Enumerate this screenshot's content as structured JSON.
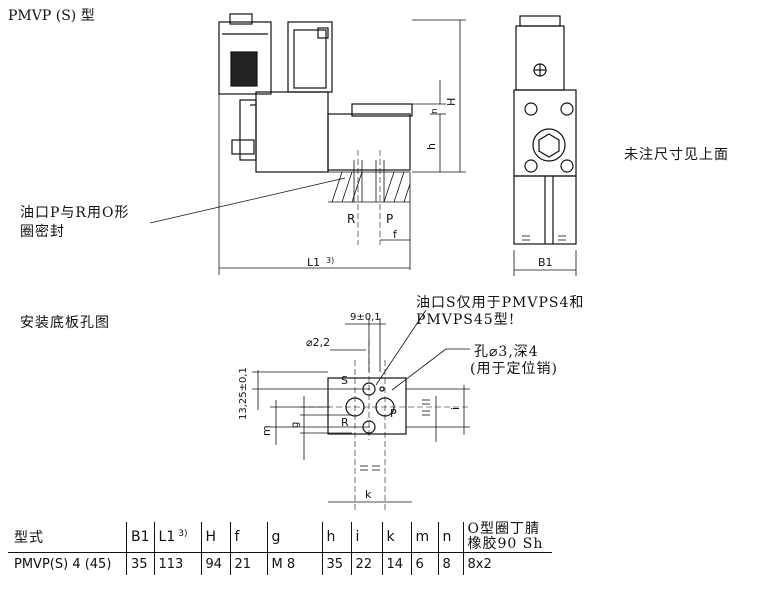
{
  "title": "PMVP (S) 型",
  "labels": {
    "port_note_line1": "油口P与R用O形",
    "port_note_line2": "圈密封",
    "dims_note": "未注尺寸见上面",
    "subplate_title": "安装底板孔图",
    "s_note_line1": "油口S仅用于PMVPS4和",
    "s_note_line2": "PMVPS45型!",
    "pin_note_line1": "孔⌀3,深4",
    "pin_note_line2": "(用于定位销)",
    "port_r": "R",
    "port_p": "P",
    "port_s": "S",
    "dim_l1": "L1",
    "dim_l1_sup": "3)",
    "dim_h": "H",
    "dim_h_small": "h",
    "dim_n": "n",
    "dim_f": "f",
    "dim_b1": "B1",
    "dim_9": "9±0,1",
    "dim_d22": "⌀2,2",
    "dim_1325": "13,25±0,1",
    "dim_g": "g",
    "dim_m": "m",
    "dim_i": "i",
    "dim_k": "k"
  },
  "table": {
    "headers": [
      "型式",
      "B1",
      "L1",
      "H",
      "f",
      "g",
      "h",
      "i",
      "k",
      "m",
      "n"
    ],
    "l1_sup": "3)",
    "oring_line1": "O型圈丁腈",
    "oring_line2": "橡胶90 Sh",
    "row": [
      "PMVP(S) 4 (45)",
      "35",
      "113",
      "94",
      "21",
      "M 8",
      "35",
      "22",
      "14",
      "6",
      "8",
      "8x2"
    ]
  }
}
